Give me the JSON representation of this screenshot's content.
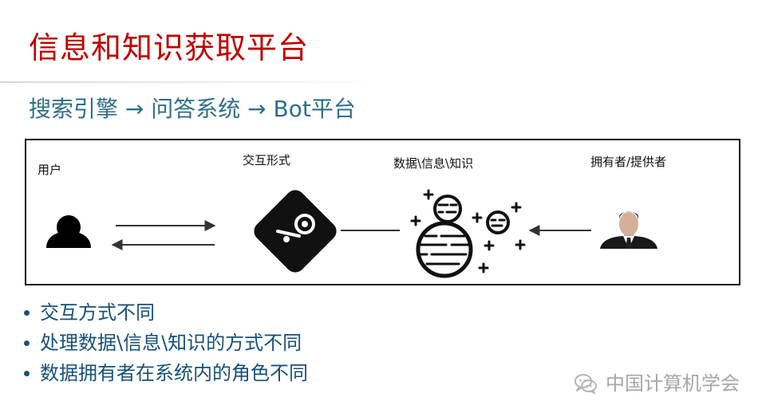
{
  "slide": {
    "title": "信息和知识获取平台",
    "subtitle": "搜索引擎 → 问答系统 → Bot平台"
  },
  "diagram": {
    "labels": {
      "user": "用户",
      "interaction": "交互形式",
      "data": "数据\\信息\\知识",
      "provider": "拥有者/提供者"
    },
    "icons": {
      "user": "user-icon",
      "interaction": "steam-logo-icon",
      "data": "planets-data-icon",
      "provider": "businessman-icon"
    }
  },
  "bullets": [
    "交互方式不同",
    "处理数据\\信息\\知识的方式不同",
    "数据拥有者在系统内的角色不同"
  ],
  "watermark": {
    "text": "中国计算机学会",
    "icon": "wechat-icon"
  },
  "colors": {
    "title": "#c00000",
    "subtitle": "#2e6f86",
    "bullet": "#17507a",
    "watermark": "#a7a7a7"
  }
}
